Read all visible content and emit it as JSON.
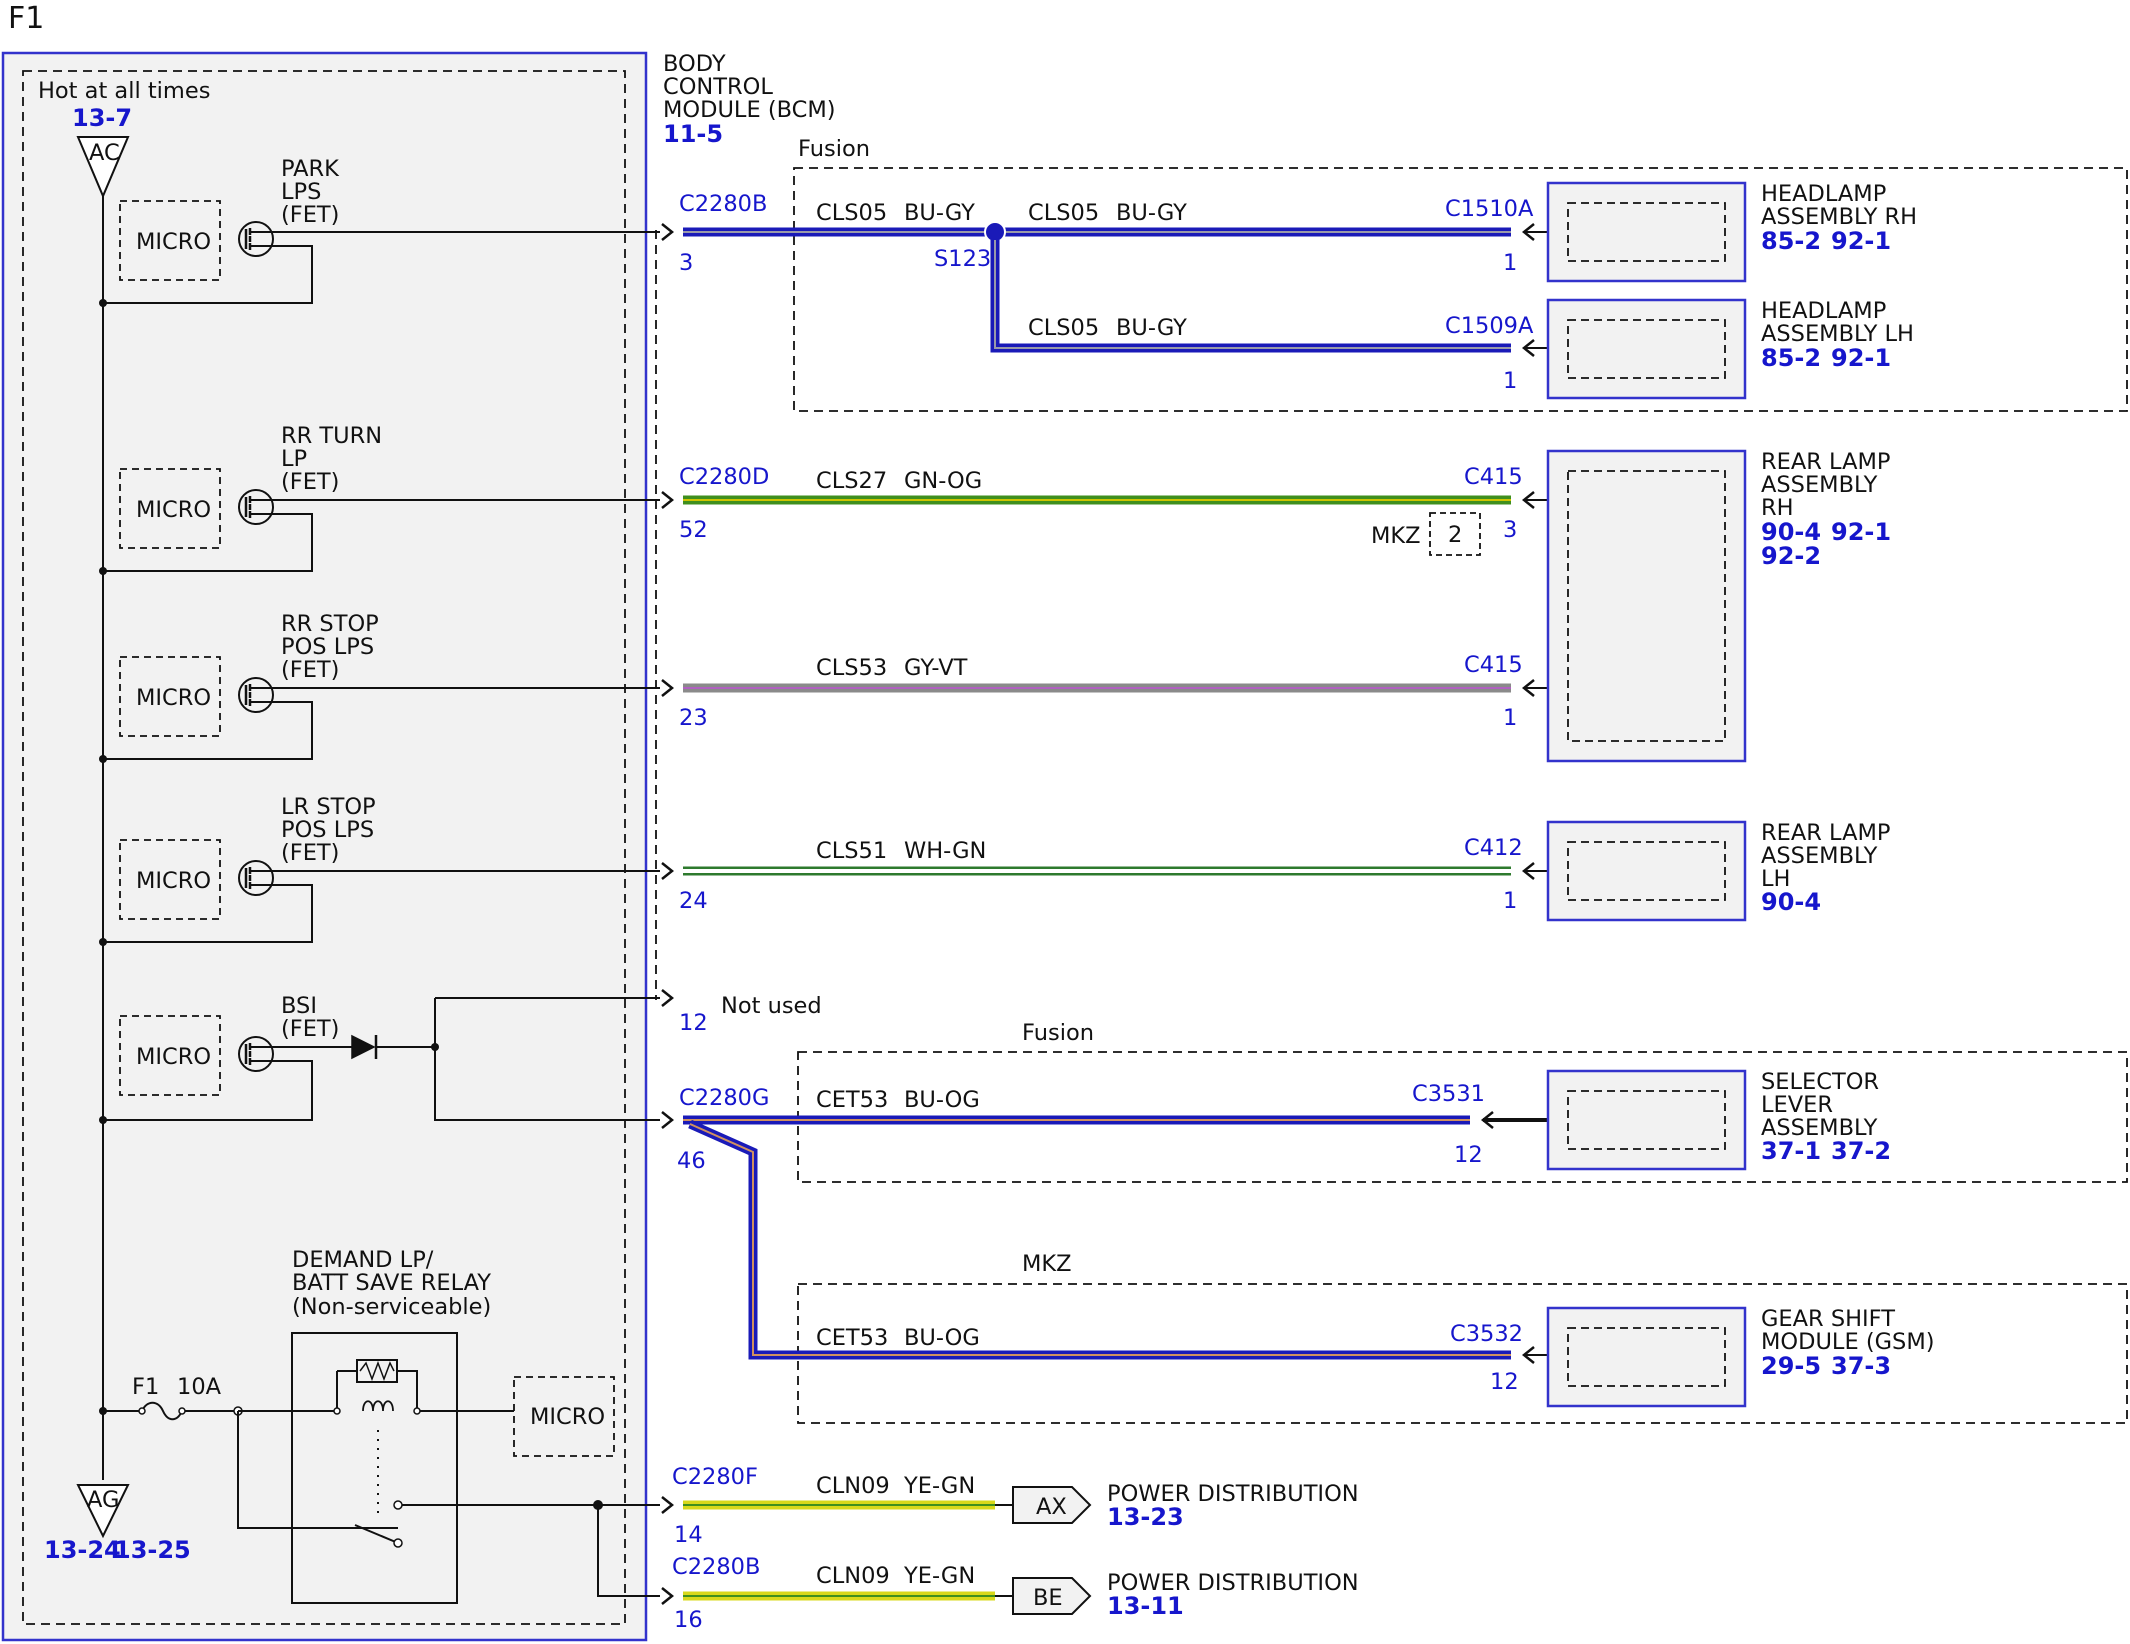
{
  "page_label": "F1",
  "colors": {
    "module_border": "#3333cc",
    "module_fill": "#f2f2f2",
    "wire_blue": "#1a1ab8",
    "wire_green": "#3f8f1e",
    "wire_green_stripe": "#cfc400",
    "wire_gray": "#8a8a8a",
    "wire_violet": "#b060c0",
    "wire_white": "#ffffff",
    "wire_yellow": "#d8d81a",
    "reference_text": "#1616cc"
  },
  "bcm": {
    "title_line1": "BODY",
    "title_line2": "CONTROL",
    "title_line3": "MODULE (BCM)",
    "ref": "11-5",
    "hot_label": "Hot at all times",
    "hot_ref": "13-7",
    "hot_symbol": "AC",
    "ground_symbol": "AG",
    "ground_ref_1": "13-24",
    "ground_ref_2": "13-25",
    "fuse_name": "F1",
    "fuse_rating": "10A",
    "micro_label": "MICRO",
    "relay_line1": "DEMAND LP/",
    "relay_line2": "BATT SAVE RELAY",
    "relay_line3": "(Non-serviceable)",
    "drivers": [
      {
        "line1": "PARK",
        "line2": "LPS",
        "line3": "(FET)"
      },
      {
        "line1": "RR TURN",
        "line2": "LP",
        "line3": "(FET)"
      },
      {
        "line1": "RR STOP",
        "line2": "POS LPS",
        "line3": "(FET)"
      },
      {
        "line1": "LR STOP",
        "line2": "POS LPS",
        "line3": "(FET)"
      },
      {
        "line1": "BSI",
        "line2": "(FET)"
      }
    ]
  },
  "variant_labels": {
    "fusion_1": "Fusion",
    "fusion_2": "Fusion",
    "mkz": "MKZ",
    "mkz_pin": "MKZ",
    "mkz_pin_number": "2"
  },
  "wires": [
    {
      "bcm_connector": "C2280B",
      "bcm_pin": "3",
      "circuit": "CLS05",
      "color": "BU-GY"
    },
    {
      "circuit": "CLS05",
      "color": "BU-GY",
      "splice": "S123",
      "dest_connector": "C1510A",
      "dest_pin": "1"
    },
    {
      "circuit": "CLS05",
      "color": "BU-GY",
      "dest_connector": "C1509A",
      "dest_pin": "1"
    },
    {
      "bcm_connector": "C2280D",
      "bcm_pin": "52",
      "circuit": "CLS27",
      "color": "GN-OG",
      "dest_connector": "C415",
      "dest_pin": "3"
    },
    {
      "bcm_pin": "23",
      "circuit": "CLS53",
      "color": "GY-VT",
      "dest_connector": "C415",
      "dest_pin": "1"
    },
    {
      "bcm_pin": "24",
      "circuit": "CLS51",
      "color": "WH-GN",
      "dest_connector": "C412",
      "dest_pin": "1"
    },
    {
      "bcm_pin": "12",
      "note": "Not used"
    },
    {
      "bcm_connector": "C2280G",
      "bcm_pin": "46",
      "circuit": "CET53",
      "color": "BU-OG",
      "dest_connector": "C3531",
      "dest_pin": "12"
    },
    {
      "circuit": "CET53",
      "color": "BU-OG",
      "dest_connector": "C3532",
      "dest_pin": "12"
    },
    {
      "bcm_connector": "C2280F",
      "bcm_pin": "14",
      "circuit": "CLN09",
      "color": "YE-GN",
      "tag": "AX"
    },
    {
      "bcm_connector": "C2280B",
      "bcm_pin": "16",
      "circuit": "CLN09",
      "color": "YE-GN",
      "tag": "BE"
    }
  ],
  "components": [
    {
      "line1": "HEADLAMP",
      "line2": "ASSEMBLY RH",
      "ref1": "85-2",
      "ref2": "92-1"
    },
    {
      "line1": "HEADLAMP",
      "line2": "ASSEMBLY LH",
      "ref1": "85-2",
      "ref2": "92-1"
    },
    {
      "line1": "REAR LAMP",
      "line2": "ASSEMBLY",
      "line3": "RH",
      "ref1": "90-4",
      "ref2": "92-1",
      "ref3": "92-2"
    },
    {
      "line1": "REAR LAMP",
      "line2": "ASSEMBLY",
      "line3": "LH",
      "ref1": "90-4"
    },
    {
      "line1": "SELECTOR",
      "line2": "LEVER",
      "line3": "ASSEMBLY",
      "ref1": "37-1",
      "ref2": "37-2"
    },
    {
      "line1": "GEAR SHIFT",
      "line2": "MODULE (GSM)",
      "ref1": "29-5",
      "ref2": "37-3"
    },
    {
      "line1": "POWER DISTRIBUTION",
      "ref1": "13-23"
    },
    {
      "line1": "POWER DISTRIBUTION",
      "ref1": "13-11"
    }
  ]
}
